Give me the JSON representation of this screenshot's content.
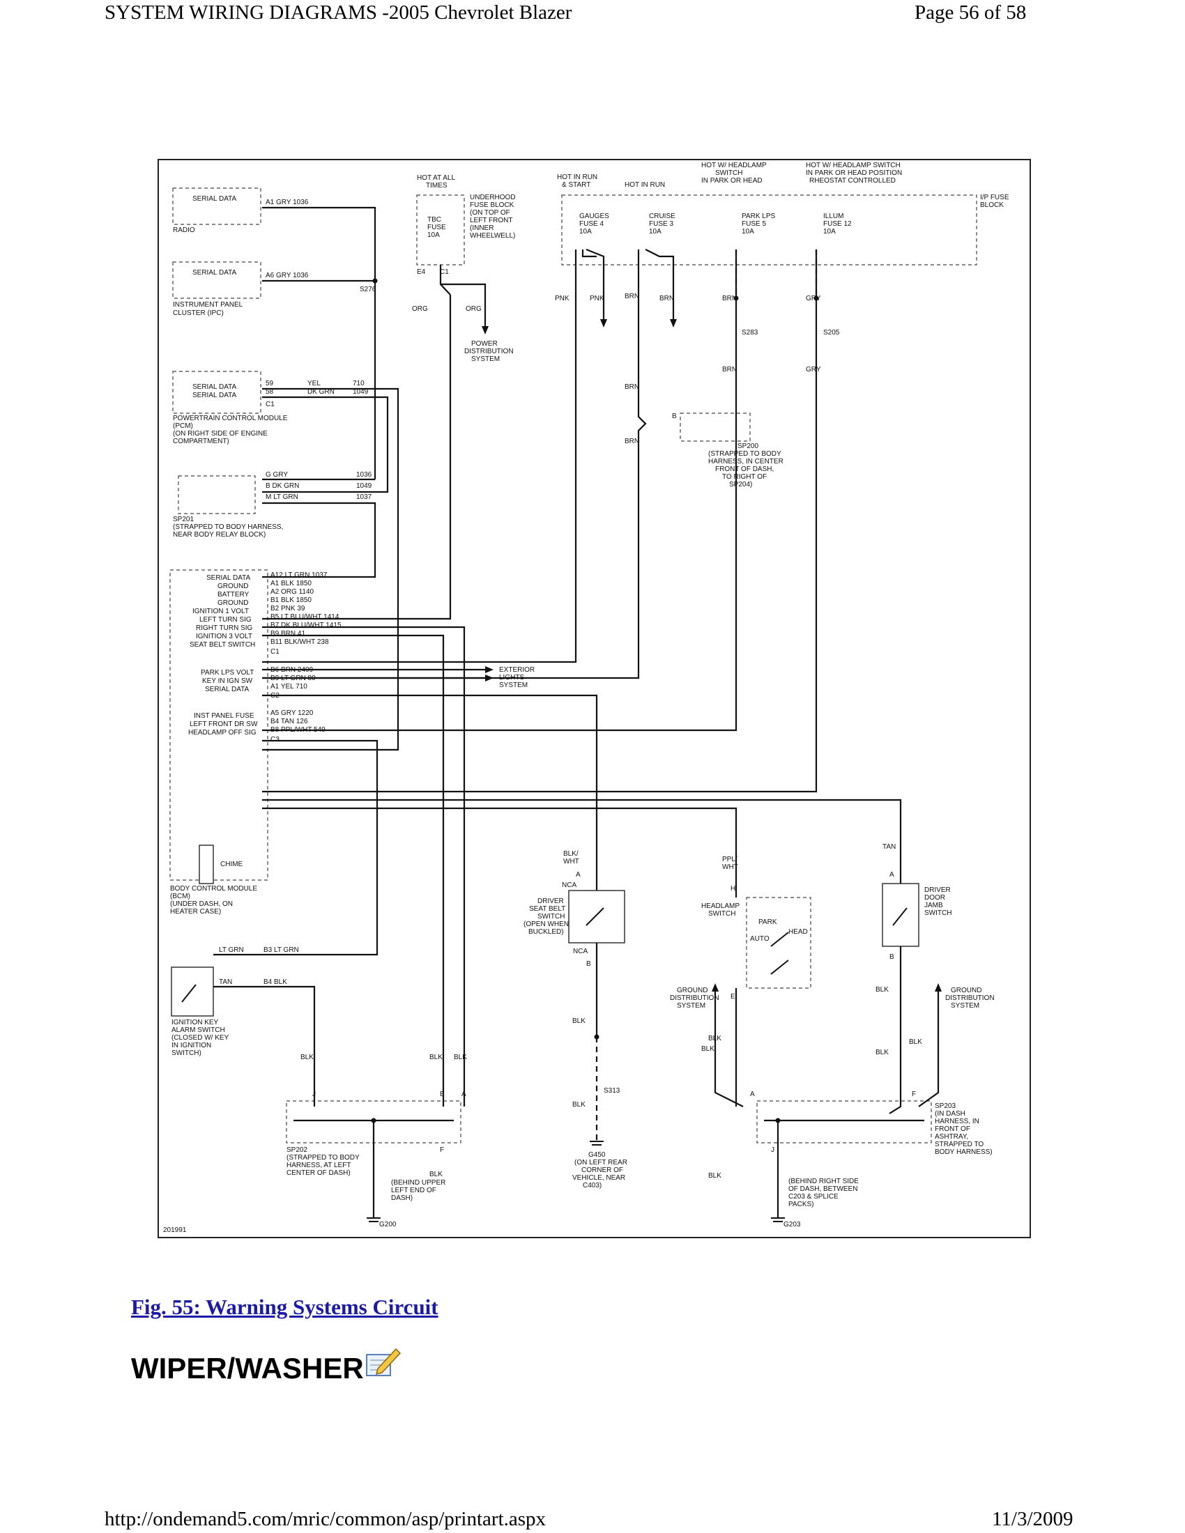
{
  "header": {
    "title": "SYSTEM WIRING DIAGRAMS -2005 Chevrolet Blazer",
    "page": "Page 56 of 58"
  },
  "diagram": {
    "figure_id": "201991",
    "texts": {
      "radio_serial": "SERIAL DATA",
      "radio_label": "RADIO",
      "radio_pin": "A1  GRY  1036",
      "ipc_serial": "SERIAL DATA",
      "ipc_pin": "A6  GRY  1036",
      "ipc_label": "INSTRUMENT PANEL",
      "ipc_label2": "CLUSTER (IPC)",
      "s276": "S276",
      "hot_all_times": "HOT AT ALL",
      "hot_all_times2": "TIMES",
      "underhood1": "UNDERHOOD",
      "underhood2": "FUSE BLOCK",
      "underhood3": "(ON TOP OF",
      "underhood4": "LEFT FRONT",
      "underhood5": "(INNER",
      "underhood6": "WHEELWELL)",
      "tbc1": "TBC",
      "tbc2": "FUSE",
      "tbc3": "10A",
      "e4": "E4",
      "c1_top": "C1",
      "org_a": "ORG",
      "org_b": "ORG",
      "pwr_dist1": "POWER",
      "pwr_dist2": "DISTRIBUTION",
      "pwr_dist3": "SYSTEM",
      "hot_run_start1": "HOT IN RUN",
      "hot_run_start2": "& START",
      "hot_in_run": "HOT IN RUN",
      "hot_headlamp1": "HOT W/ HEADLAMP",
      "hot_headlamp2": "SWITCH",
      "hot_headlamp3": "IN PARK OR HEAD",
      "hot_headlamp_sw1": "HOT W/ HEADLAMP SWITCH",
      "hot_headlamp_sw2": "IN PARK OR HEAD POSITION",
      "hot_headlamp_sw3": "RHEOSTAT CONTROLLED",
      "ip_fuse1": "I/P FUSE",
      "ip_fuse2": "BLOCK",
      "gauges1": "GAUGES",
      "gauges2": "FUSE 4",
      "gauges3": "10A",
      "cruise1": "CRUISE",
      "cruise2": "FUSE 3",
      "cruise3": "10A",
      "parklps1": "PARK LPS",
      "parklps2": "FUSE 5",
      "parklps3": "10A",
      "illum1": "ILLUM",
      "illum2": "FUSE 12",
      "illum3": "10A",
      "pnk1": "PNK",
      "pnk2": "PNK",
      "brn1": "BRN",
      "brn2": "BRN",
      "brn3": "BRN",
      "brn4": "BRN",
      "brn5": "BRN",
      "brn6": "BRN",
      "gry1": "GRY",
      "gry2": "GRY",
      "s283": "S283",
      "s205": "S205",
      "pcm_serial1": "SERIAL DATA",
      "pcm_serial2": "SERIAL DATA",
      "pcm_pin1": "59",
      "pcm_pin2": "58",
      "pcm_c1": "C1",
      "pcm_w1": "YEL",
      "pcm_w2": "DK GRN",
      "pcm_c1n": "710",
      "pcm_c2n": "1049",
      "pcm_label1": "POWERTRAIN CONTROL MODULE",
      "pcm_label2": "(PCM)",
      "pcm_label3": "(ON RIGHT SIDE OF ENGINE",
      "pcm_label4": "COMPARTMENT)",
      "sp200_b": "B",
      "sp200_1": "SP200",
      "sp200_2": "(STRAPPED TO BODY",
      "sp200_3": "HARNESS, IN CENTER",
      "sp200_4": "FRONT OF DASH,",
      "sp200_5": "TO RIGHT OF",
      "sp200_6": "SP204)",
      "sp201_g": "G   GRY",
      "sp201_b": "B   DK GRN",
      "sp201_m": "M   LT GRN",
      "sp201_n1": "1036",
      "sp201_n2": "1049",
      "sp201_n3": "1037",
      "sp201_1": "SP201",
      "sp201_2": "(STRAPPED TO BODY HARNESS,",
      "sp201_3": "NEAR BODY RELAY BLOCK)",
      "bcm_serial": "SERIAL DATA",
      "bcm_ground": "GROUND",
      "bcm_battery": "BATTERY",
      "bcm_ground2": "GROUND",
      "bcm_ign1": "IGNITION 1 VOLT",
      "bcm_lturn": "LEFT TURN SIG",
      "bcm_rturn": "RIGHT TURN SIG",
      "bcm_ign3": "IGNITION 3 VOLT",
      "bcm_seatbelt": "SEAT BELT SWITCH",
      "bcm_parklps": "PARK LPS VOLT",
      "bcm_keyin": "KEY IN IGN SW",
      "bcm_serial2": "SERIAL DATA",
      "bcm_instfuse": "INST PANEL FUSE",
      "bcm_lfdoor": "LEFT FRONT DR SW",
      "bcm_headoff": "HEADLAMP OFF SIG",
      "p_a12": "A12  LT GRN   1037",
      "p_a1": "A1   BLK    1850",
      "p_a2": "A2   ORG    1140",
      "p_b1": "B1   BLK    1850",
      "p_b2": "B2   PNK    39",
      "p_b5": "B5   LT BLU/WHT   1414",
      "p_b7": "B7   DK BLU/WHT   1415",
      "p_b9": "B9   BRN    41",
      "p_b11": "B11  BLK/WHT   238",
      "p_c1": "C1",
      "p_b6": "B6   BRN    2409",
      "p_b9b": "B9   LT GRN   80",
      "p_a1b": "A1   YEL    710",
      "p_c2": "C2",
      "p_a5": "A5   GRY    1220",
      "p_b4": "B4   TAN    126",
      "p_b8": "B8   PPL/WHT   549",
      "p_c3": "C3",
      "ext_lights1": "EXTERIOR",
      "ext_lights2": "LIGHTS",
      "ext_lights3": "SYSTEM",
      "chime": "CHIME",
      "bcm_label1": "BODY CONTROL MODULE",
      "bcm_label2": "(BCM)",
      "bcm_label3": "(UNDER DASH, ON",
      "bcm_label4": "HEATER CASE)",
      "blkwht1": "BLK/",
      "blkwht2": "WHT",
      "seat_a": "A",
      "seat_nca": "NCA",
      "seat_nca2": "NCA",
      "seat_b": "B",
      "seat1": "DRIVER",
      "seat2": "SEAT BELT",
      "seat3": "SWITCH",
      "seat4": "(OPEN WHEN",
      "seat5": "BUCKLED)",
      "pplwht1": "PPL/",
      "pplwht2": "WHT",
      "hl_h": "H",
      "hl_label1": "HEADLAMP",
      "hl_label2": "SWITCH",
      "hl_park": "PARK",
      "hl_auto": "AUTO",
      "hl_head": "HEAD",
      "hl_e": "E",
      "tan1": "TAN",
      "door_a": "A",
      "door_b": "B",
      "door1": "DRIVER",
      "door2": "DOOR",
      "door3": "JAMB",
      "door4": "SWITCH",
      "ik_ltgrn": "LT GRN",
      "ik_tan": "TAN",
      "ik_b3": "B3   LT GRN",
      "ik_b4": "B4   BLK",
      "ik1": "IGNITION KEY",
      "ik2": "ALARM SWITCH",
      "ik3": "(CLOSED W/ KEY",
      "ik4": "IN IGNITION",
      "ik5": "SWITCH)",
      "blk_a": "BLK",
      "blk_b": "BLK",
      "blk_c": "BLK",
      "blk_d": "BLK",
      "blk_e": "BLK",
      "blk_f": "BLK",
      "blk_g": "BLK",
      "blk_h": "BLK",
      "blk_i": "BLK",
      "blk_j": "BLK",
      "blk_k": "BLK",
      "blk_l": "BLK",
      "sp202_j": "J",
      "sp202_b": "B",
      "sp202_a": "A",
      "sp202_f": "F",
      "sp202_1": "SP202",
      "sp202_2": "(STRAPPED TO BODY",
      "sp202_3": "HARNESS, AT LEFT",
      "sp202_4": "CENTER OF DASH)",
      "g200_1": "(BEHIND UPPER",
      "g200_2": "LEFT END OF",
      "g200_3": "DASH)",
      "g200": "G200",
      "s313": "S313",
      "g450_1": "G450",
      "g450_2": "(ON LEFT REAR",
      "g450_3": "CORNER OF",
      "g450_4": "VEHICLE, NEAR",
      "g450_5": "C403)",
      "gnd_dist_l1": "GROUND",
      "gnd_dist_l2": "DISTRIBUTION",
      "gnd_dist_l3": "SYSTEM",
      "gnd_dist_r1": "GROUND",
      "gnd_dist_r2": "DISTRIBUTION",
      "gnd_dist_r3": "SYSTEM",
      "sp203_a": "A",
      "sp203_f": "F",
      "sp203_j": "J",
      "sp203_1": "SP203",
      "sp203_2": "(IN DASH",
      "sp203_3": "HARNESS, IN",
      "sp203_4": "FRONT OF",
      "sp203_5": "ASHTRAY,",
      "sp203_6": "STRAPPED TO",
      "sp203_7": "BODY HARNESS)",
      "g203_1": "(BEHIND RIGHT SIDE",
      "g203_2": "OF DASH, BETWEEN",
      "g203_3": "C203 & SPLICE",
      "g203_4": "PACKS)",
      "g203": "G203"
    }
  },
  "caption": "Fig. 55: Warning Systems Circuit",
  "section_heading": "WIPER/WASHER",
  "edit_icon": "edit-note-icon",
  "footer": {
    "url": "http://ondemand5.com/mric/common/asp/printart.aspx",
    "date": "11/3/2009"
  }
}
